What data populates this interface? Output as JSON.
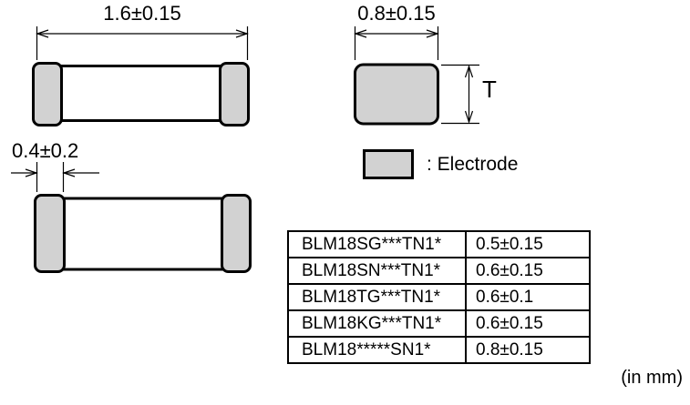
{
  "drawing": {
    "dim_length": "1.6±0.15",
    "dim_width": "0.8±0.15",
    "dim_electrode": "0.4±0.2",
    "thickness_symbol": "T"
  },
  "legend": {
    "label": ": Electrode"
  },
  "thickness_table": {
    "rows": [
      {
        "part": "BLM18SG***TN1*",
        "thickness": "0.5±0.15"
      },
      {
        "part": "BLM18SN***TN1*",
        "thickness": "0.6±0.15"
      },
      {
        "part": "BLM18TG***TN1*",
        "thickness": "0.6±0.1"
      },
      {
        "part": "BLM18KG***TN1*",
        "thickness": "0.6±0.15"
      },
      {
        "part": "BLM18*****SN1*",
        "thickness": "0.8±0.15"
      }
    ]
  },
  "footer": {
    "units": "(in mm)"
  },
  "colors": {
    "electrode_fill": "#d2d2d2",
    "line": "#000000"
  }
}
